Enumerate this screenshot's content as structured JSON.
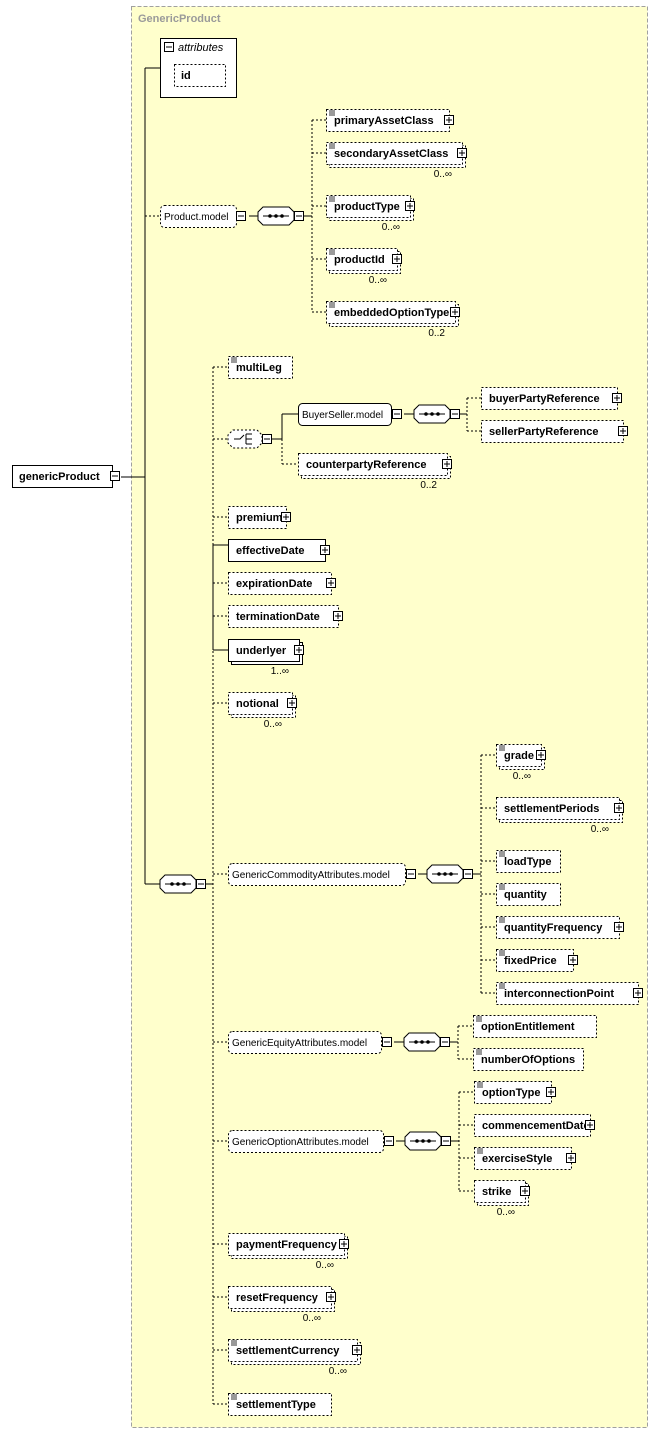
{
  "type_name": "GenericProduct",
  "root": {
    "name": "genericProduct"
  },
  "attributes": {
    "title": "attributes",
    "items": [
      "id"
    ]
  },
  "groups": {
    "product_model": "Product.model",
    "buyer_seller_model": "BuyerSeller.model",
    "commodity_model": "GenericCommodityAttributes.model",
    "equity_model": "GenericEquityAttributes.model",
    "option_model": "GenericOptionAttributes.model"
  },
  "product_model_elements": [
    {
      "name": "primaryAssetClass",
      "card": ""
    },
    {
      "name": "secondaryAssetClass",
      "card": "0..∞"
    },
    {
      "name": "productType",
      "card": "0..∞"
    },
    {
      "name": "productId",
      "card": "0..∞"
    },
    {
      "name": "embeddedOptionType",
      "card": "0..2"
    }
  ],
  "buyer_seller_elements": [
    {
      "name": "buyerPartyReference",
      "card": ""
    },
    {
      "name": "sellerPartyReference",
      "card": ""
    }
  ],
  "main_elements": [
    {
      "name": "multiLeg",
      "card": ""
    },
    {
      "name": "counterpartyReference",
      "card": "0..2"
    },
    {
      "name": "premium",
      "card": ""
    },
    {
      "name": "effectiveDate",
      "card": ""
    },
    {
      "name": "expirationDate",
      "card": ""
    },
    {
      "name": "terminationDate",
      "card": ""
    },
    {
      "name": "underlyer",
      "card": "1..∞"
    },
    {
      "name": "notional",
      "card": "0..∞"
    }
  ],
  "commodity_elements": [
    {
      "name": "grade",
      "card": "0..∞"
    },
    {
      "name": "settlementPeriods",
      "card": "0..∞"
    },
    {
      "name": "loadType",
      "card": ""
    },
    {
      "name": "quantity",
      "card": ""
    },
    {
      "name": "quantityFrequency",
      "card": ""
    },
    {
      "name": "fixedPrice",
      "card": ""
    },
    {
      "name": "interconnectionPoint",
      "card": ""
    }
  ],
  "equity_elements": [
    {
      "name": "optionEntitlement",
      "card": ""
    },
    {
      "name": "numberOfOptions",
      "card": ""
    }
  ],
  "option_elements": [
    {
      "name": "optionType",
      "card": ""
    },
    {
      "name": "commencementDate",
      "card": ""
    },
    {
      "name": "exerciseStyle",
      "card": ""
    },
    {
      "name": "strike",
      "card": "0..∞"
    }
  ],
  "tail_elements": [
    {
      "name": "paymentFrequency",
      "card": "0..∞"
    },
    {
      "name": "resetFrequency",
      "card": "0..∞"
    },
    {
      "name": "settlementCurrency",
      "card": "0..∞"
    },
    {
      "name": "settlementType",
      "card": ""
    }
  ],
  "colors": {
    "type_fill": "#ffffcc",
    "type_border": "#a0a0a0",
    "box_shadow": "#c8c8c8"
  }
}
